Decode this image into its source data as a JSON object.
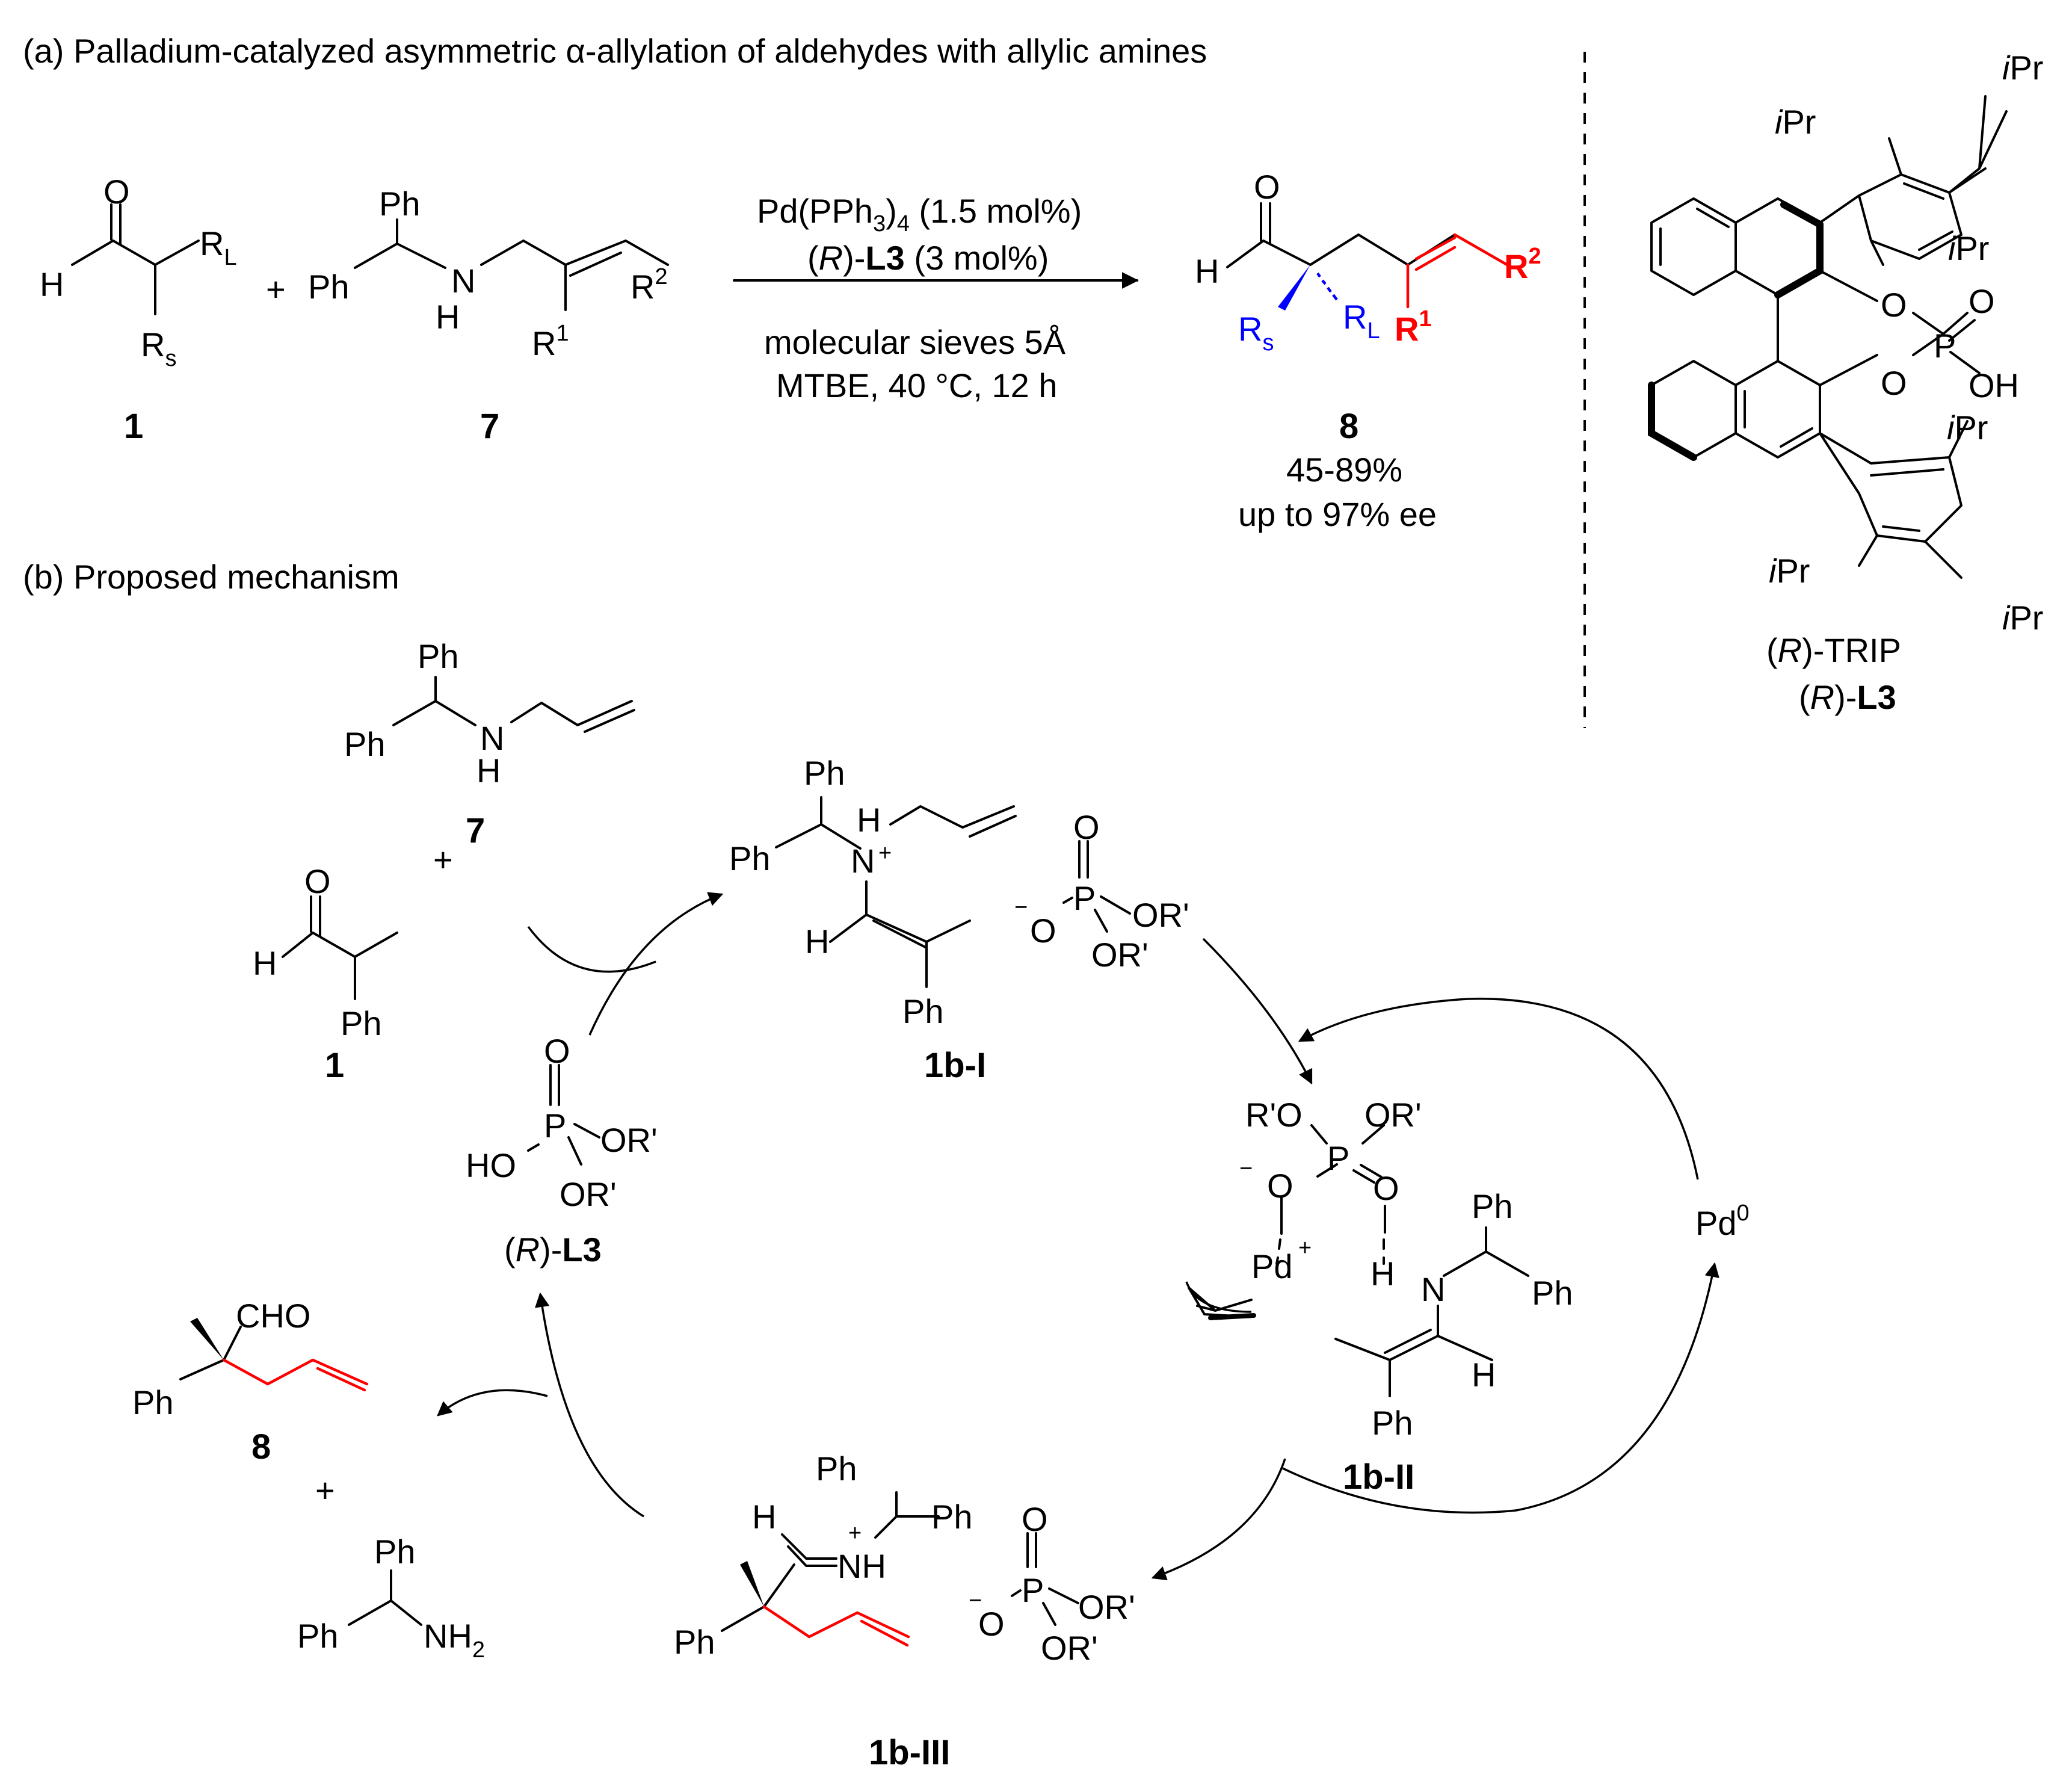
{
  "colors": {
    "large_group": "#0000ff",
    "alkene_group": "#ff0000",
    "ink": "#000000"
  },
  "panel_a": {
    "title": "(a) Palladium-catalyzed asymmetric α-allylation of aldehydes with allylic amines",
    "substrate_1": {
      "carbonyl_o": "O",
      "aldehyde_h": "H",
      "rl": "R",
      "rl_sub": "L",
      "rs": "R",
      "rs_sub": "s",
      "label": "1"
    },
    "plus": "+",
    "substrate_7": {
      "ph_top": "Ph",
      "ph_left": "Ph",
      "n": "N",
      "nh": "H",
      "r1": "R",
      "r1_sup": "1",
      "r2": "R",
      "r2_sup": "2",
      "label": "7"
    },
    "conditions": {
      "line1_main": "Pd(PPh",
      "line1_sub1": "3",
      "line1_close": ")",
      "line1_sub2": "4",
      "line1_rest": " (1.5 mol%)",
      "line2_open": "(",
      "line2_r": "R",
      "line2_mid": ")-",
      "line2_ligand": "L3",
      "line2_rest": " (3 mol%)",
      "line3": "molecular sieves 5Å",
      "line4": "MTBE, 40 °C, 12 h"
    },
    "product_8": {
      "carbonyl_o": "O",
      "aldehyde_h": "H",
      "rs": "R",
      "rs_sub": "s",
      "rl": "R",
      "rl_sub": "L",
      "r1": "R",
      "r1_sup": "1",
      "r2": "R",
      "r2_sup": "2",
      "label": "8",
      "yield": "45-89%",
      "ee": "up to 97% ee"
    }
  },
  "trip": {
    "o1": "O",
    "o2": "O",
    "p": "P",
    "po": "O",
    "oh": "OH",
    "ipr_i": "i",
    "ipr_pr": "Pr",
    "name_open": "(",
    "name_r": "R",
    "name_rest": ")-TRIP",
    "lig_open": "(",
    "lig_r": "R",
    "lig_mid": ")-",
    "lig_bold": "L3"
  },
  "panel_b": {
    "title": "(b) Proposed mechanism",
    "amine_7": {
      "ph_top": "Ph",
      "ph_left": "Ph",
      "n": "N",
      "nh": "H",
      "label": "7"
    },
    "plus": "+",
    "aldehyde_1": {
      "o": "O",
      "h": "H",
      "ph": "Ph",
      "label": "1"
    },
    "int_1bI": {
      "ph_top": "Ph",
      "ph_left": "Ph",
      "nh": "H",
      "n": "N",
      "charge": "+",
      "h": "H",
      "ph_bottom": "Ph",
      "label": "1b-I"
    },
    "phosphate_top": {
      "o_top": "O",
      "p": "P",
      "o_minus": "O",
      "minus": "−",
      "or1": "OR'",
      "or2": "OR'"
    },
    "acid_L3": {
      "o_top": "O",
      "p": "P",
      "ho": "HO",
      "or1": "OR'",
      "or2": "OR'",
      "name_open": "(",
      "name_r": "R",
      "name_mid": ")-",
      "name_bold": "L3"
    },
    "pd0": {
      "text": "Pd",
      "sup": "0"
    },
    "complex_1bII": {
      "ro": "R'O",
      "or": "OR'",
      "p": "P",
      "o_minus": "O",
      "minus": "−",
      "o_dbl": "O",
      "pd": "Pd",
      "pd_charge": "+",
      "h": "H",
      "n": "N",
      "ph1": "Ph",
      "ph2": "Ph",
      "h2": "H",
      "ph3": "Ph",
      "label": "1b-II"
    },
    "product_8": {
      "cho": "CHO",
      "ph": "Ph",
      "label": "8"
    },
    "plus2": "+",
    "benzhydrylamine": {
      "ph_top": "Ph",
      "ph_left": "Ph",
      "nh": "NH",
      "nh_sub": "2"
    },
    "iminium_1bIII": {
      "h": "H",
      "nh": "NH",
      "charge": "+",
      "ph1": "Ph",
      "ph2": "Ph",
      "ph3": "Ph",
      "label": "1b-III"
    },
    "phosphate_bottom": {
      "o_top": "O",
      "p": "P",
      "o_minus": "O",
      "minus": "−",
      "or1": "OR'",
      "or2": "OR'"
    }
  }
}
